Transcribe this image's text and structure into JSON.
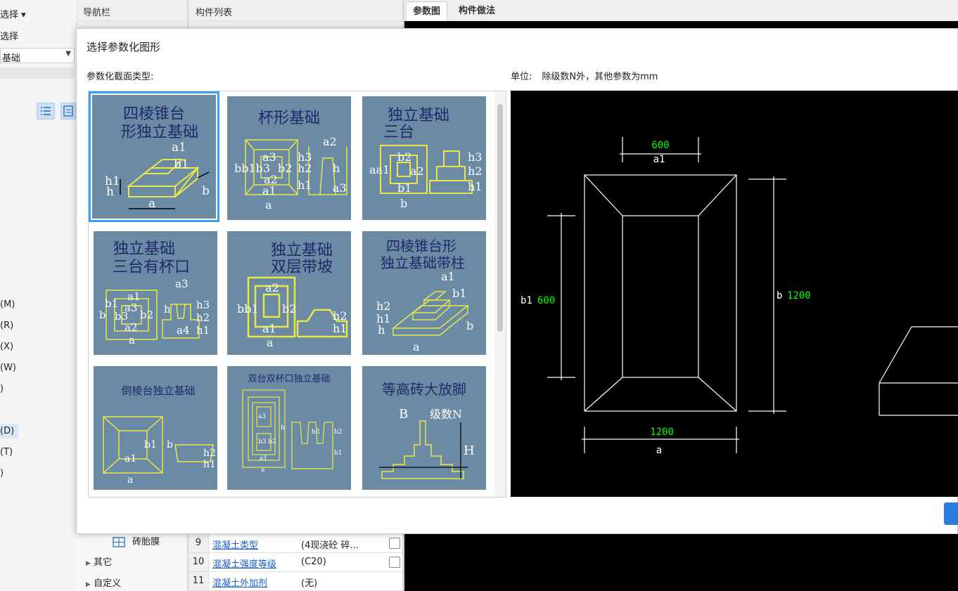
{
  "left_panel": {
    "item1": "选择 ▾",
    "item2": "选择",
    "dropdown_value": "基础",
    "shortcuts": [
      {
        "label": "(M)"
      },
      {
        "label": "(R)"
      },
      {
        "label": "(X)"
      },
      {
        "label": "(W)"
      },
      {
        "label": ")"
      },
      {
        "label": "(D)"
      },
      {
        "label": "(T)"
      },
      {
        "label": ")"
      }
    ]
  },
  "nav": {
    "title": "导航栏",
    "items": [
      "砖胎膜",
      "其它",
      "自定义"
    ]
  },
  "component_list": {
    "title": "构件列表",
    "rows": [
      {
        "num": "9",
        "name": "混凝土类型",
        "value": "(4现浇砼 碎..."
      },
      {
        "num": "10",
        "name": "混凝土强度等级",
        "value": "(C20)"
      },
      {
        "num": "11",
        "name": "混凝土外加剂",
        "value": "(无)"
      }
    ]
  },
  "tabs": [
    "参数图",
    "构件做法"
  ],
  "dialog": {
    "title": "选择参数化图形",
    "type_label": "参数化截面类型:",
    "unit_label": "单位:",
    "unit_text": "除级数N外，其他参数为mm",
    "shapes": [
      {
        "title_lines": [
          "四棱锥台",
          "形独立基础"
        ]
      },
      {
        "title_lines": [
          "杯形基础"
        ]
      },
      {
        "title_lines": [
          "独立基础",
          "三台"
        ]
      },
      {
        "title_lines": [
          "独立基础",
          "三台有杯口"
        ]
      },
      {
        "title_lines": [
          "独立基础",
          "双层带坡"
        ]
      },
      {
        "title_lines": [
          "四棱锥台形",
          "独立基础带柱"
        ]
      },
      {
        "title_lines": [
          "倒棱台独立基础"
        ]
      },
      {
        "title_lines": [
          "双台双杯口独立基础"
        ]
      },
      {
        "title_lines": [
          "等高砖大放脚"
        ]
      }
    ],
    "preview": {
      "a1_value": "600",
      "a1_label": "a1",
      "a_value": "1200",
      "a_label": "a",
      "b1_label": "b1",
      "b1_value": "600",
      "b_label": "b",
      "b_value": "1200"
    }
  },
  "colors": {
    "accent": "#2b7de0",
    "tile_bg": "#6b8aa3",
    "drawing_yellow": "#e8e84a",
    "dim_green": "#00ff00"
  }
}
